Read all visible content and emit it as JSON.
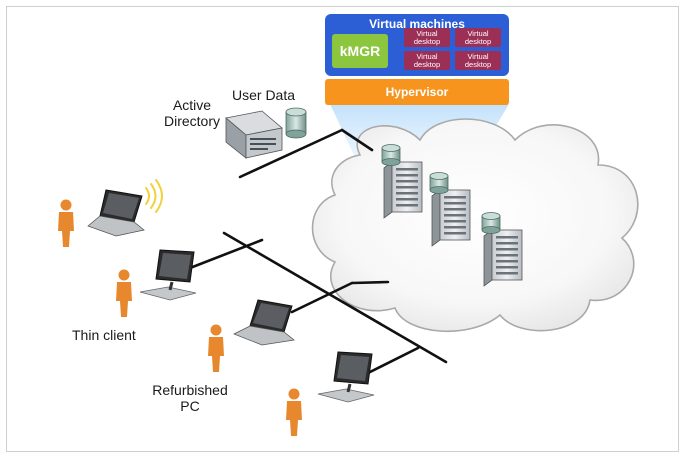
{
  "virtual_machines": {
    "title": "Virtual machines",
    "manager": "kMGR",
    "desktops": [
      "Virtual desktop",
      "Virtual desktop",
      "Virtual desktop",
      "Virtual desktop"
    ]
  },
  "hypervisor": "Hypervisor",
  "labels": {
    "active_directory_line1": "Active",
    "active_directory_line2": "Directory",
    "user_data": "User Data",
    "thin_client": "Thin client",
    "refurbished_line1": "Refurbished",
    "refurbished_line2": "PC"
  },
  "colors": {
    "vm_panel": "#2c5fd6",
    "kmgr": "#8cc63f",
    "virtual_desktop": "#9b2f56",
    "hypervisor": "#f7941d",
    "person": "#e8882e",
    "beam": "#cfe6fb"
  }
}
